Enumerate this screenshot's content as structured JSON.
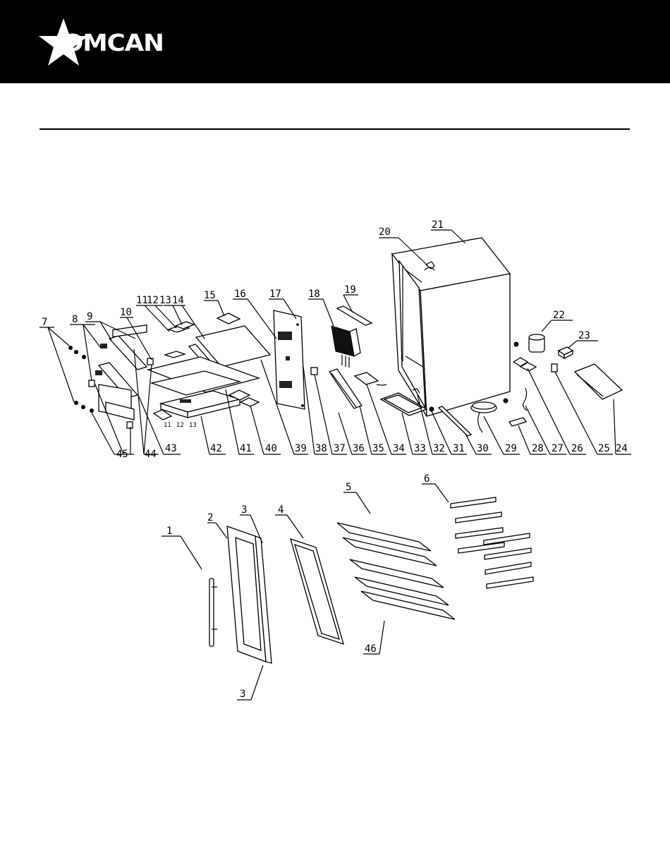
{
  "brand": {
    "name": "OMCAN"
  },
  "parts": [
    {
      "num": "1"
    },
    {
      "num": "2"
    },
    {
      "num": "3"
    },
    {
      "num": "3"
    },
    {
      "num": "4"
    },
    {
      "num": "5"
    },
    {
      "num": "6"
    },
    {
      "num": "7"
    },
    {
      "num": "8"
    },
    {
      "num": "9"
    },
    {
      "num": "10"
    },
    {
      "num": "11"
    },
    {
      "num": "12"
    },
    {
      "num": "13"
    },
    {
      "num": "14"
    },
    {
      "num": "15"
    },
    {
      "num": "16"
    },
    {
      "num": "17"
    },
    {
      "num": "18"
    },
    {
      "num": "19"
    },
    {
      "num": "20"
    },
    {
      "num": "21"
    },
    {
      "num": "22"
    },
    {
      "num": "23"
    },
    {
      "num": "24"
    },
    {
      "num": "25"
    },
    {
      "num": "26"
    },
    {
      "num": "27"
    },
    {
      "num": "28"
    },
    {
      "num": "29"
    },
    {
      "num": "30"
    },
    {
      "num": "31"
    },
    {
      "num": "32"
    },
    {
      "num": "33"
    },
    {
      "num": "34"
    },
    {
      "num": "35"
    },
    {
      "num": "36"
    },
    {
      "num": "37"
    },
    {
      "num": "38"
    },
    {
      "num": "39"
    },
    {
      "num": "40"
    },
    {
      "num": "41"
    },
    {
      "num": "42"
    },
    {
      "num": "43"
    },
    {
      "num": "44"
    },
    {
      "num": "45"
    },
    {
      "num": "46"
    }
  ],
  "small_labels": [
    "11",
    "12",
    "13"
  ]
}
